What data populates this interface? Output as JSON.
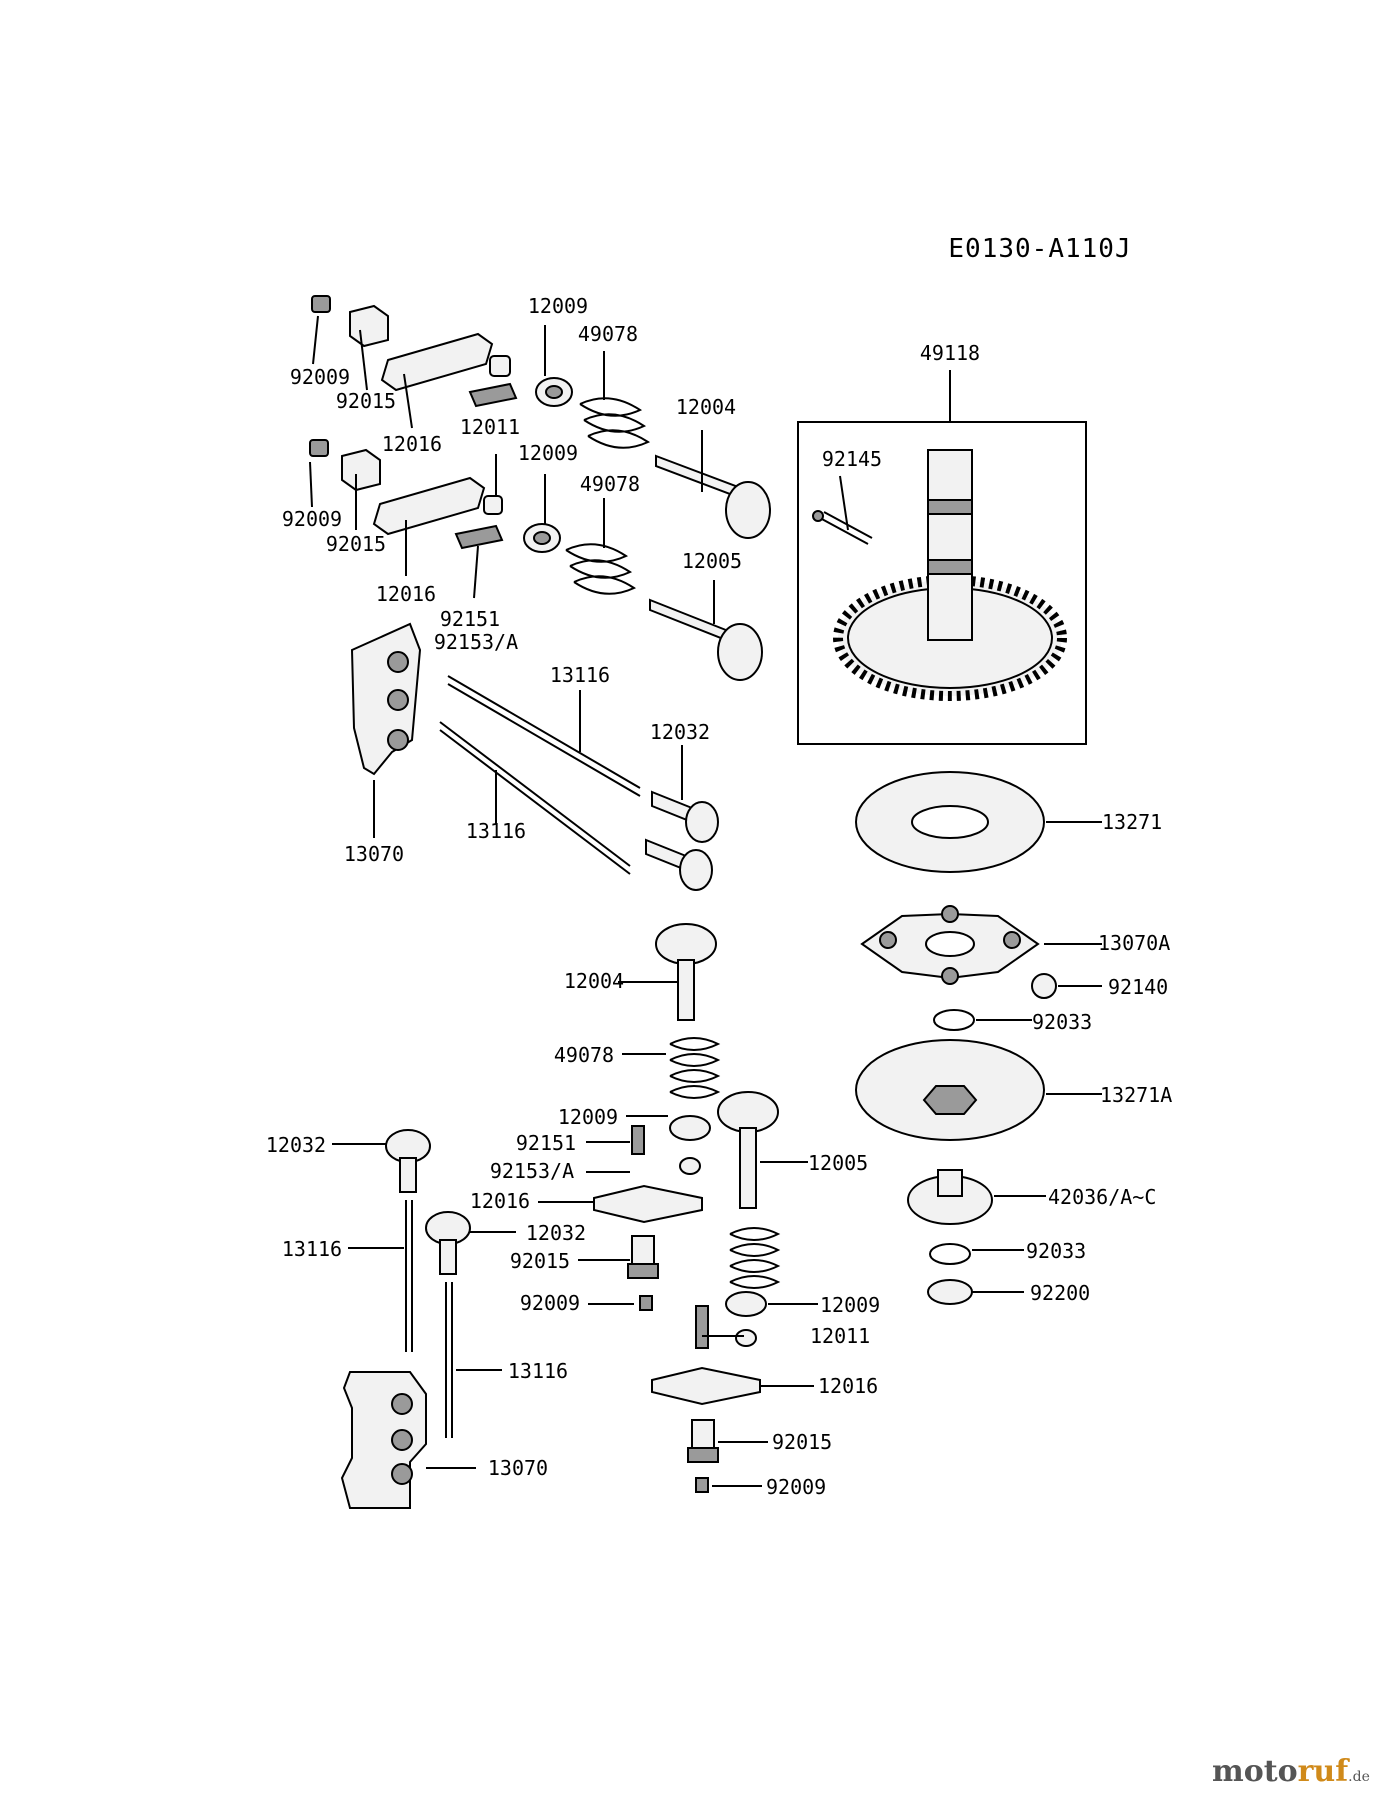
{
  "diagram_code": "E0130-A110J",
  "labels": {
    "l01": "12009",
    "l02": "49078",
    "l03": "92009",
    "l04": "92015",
    "l05": "12016",
    "l06": "12011",
    "l07": "12004",
    "l08": "49118",
    "l09": "12009",
    "l10": "92145",
    "l11": "49078",
    "l12": "92009",
    "l13": "92015",
    "l14": "12005",
    "l15": "12016",
    "l16": "92151",
    "l17": "92153/A",
    "l18": "13116",
    "l19": "12032",
    "l20": "13271",
    "l21": "13116",
    "l22": "13070",
    "l23": "13070A",
    "l24": "12004",
    "l25": "92140",
    "l26": "92033",
    "l27": "49078",
    "l28": "13271A",
    "l29": "12009",
    "l30": "12032",
    "l31": "92151",
    "l32": "12005",
    "l33": "92153/A",
    "l34": "42036/A~C",
    "l35": "12016",
    "l36": "12032",
    "l37": "13116",
    "l38": "92015",
    "l39": "92033",
    "l40": "92009",
    "l41": "12009",
    "l42": "92200",
    "l43": "12011",
    "l44": "13116",
    "l45": "12016",
    "l46": "92015",
    "l47": "13070",
    "l48": "92009"
  },
  "watermark": {
    "part1": "moto",
    "part2": "ruf",
    "part3": ".de"
  }
}
